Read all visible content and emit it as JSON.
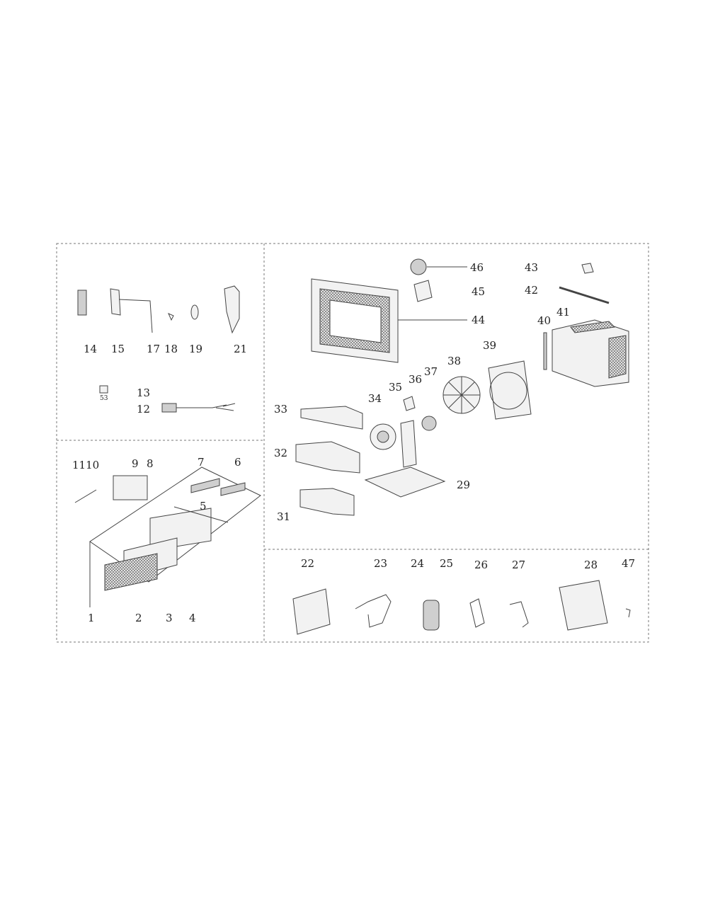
{
  "callouts": {
    "n1": "1",
    "n2": "2",
    "n3": "3",
    "n4": "4",
    "n5": "5",
    "n6": "6",
    "n7": "7",
    "n8": "8",
    "n9": "9",
    "n1110": "1110",
    "n12": "12",
    "n13": "13",
    "n14": "14",
    "n15": "15",
    "n17": "17",
    "n18": "18",
    "n19": "19",
    "n21": "21",
    "n22": "22",
    "n23": "23",
    "n24": "24",
    "n25": "25",
    "n26": "26",
    "n27": "27",
    "n28": "28",
    "n29": "29",
    "n31": "31",
    "n32": "32",
    "n33": "33",
    "n34": "34",
    "n35": "35",
    "n36": "36",
    "n37": "37",
    "n38": "38",
    "n39": "39",
    "n40": "40",
    "n41": "41",
    "n42": "42",
    "n43": "43",
    "n44": "44",
    "n45": "45",
    "n46": "46",
    "n47": "47",
    "part13_mark": "53"
  }
}
